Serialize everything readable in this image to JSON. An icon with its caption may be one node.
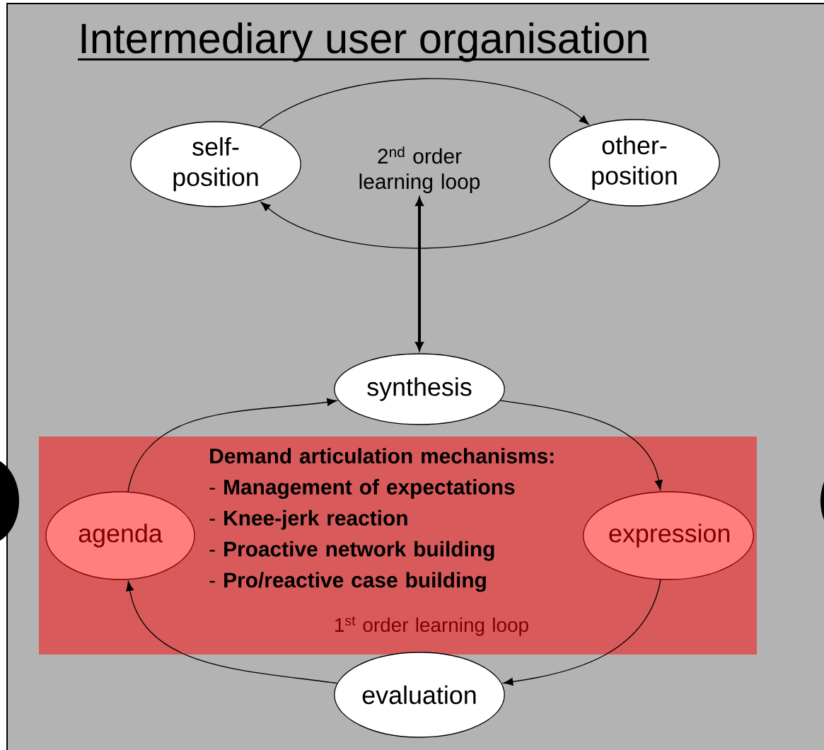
{
  "diagram": {
    "title": "Intermediary user organisation",
    "nodes": [
      {
        "text": [
          "self-position"
        ]
      },
      {
        "text": [
          "other-position"
        ]
      },
      {
        "text": [
          "2$^{nd}$ order learning loop"
        ]
      },
      {
        "text": [
          "synthesis"
        ]
      },
      {
        "text": [
          "agenda"
        ]
      },
      {
        "text": [
          "1$^{st}$ order learning loop"
        ]
      },
      {
        "text": [
          "expression"
        ]
      },
      {
        "text": [
          "evaluation"
        ]
      },
      {
        "text": [
          "Demand articulation mechanisms:",
          "- **Management of expectations**",
          "- **Knee-jerk reaction**",
          "- **Proactive network building**",
          "- **Pro/reactive case building**"
        ]
      }
    ],
    "edges": [
      {
        "from": 0,
        "to": 1,
        "arrow": "to"
      },
      {
        "from": 1,
        "to": 0,
        "arrow": "to"
      },
      {
        "from": 2,
        "to": 3,
        "arrow": "both",
        "style": "thick"
      },
      {
        "from": 3,
        "to": 6,
        "arrow": "to"
      },
      {
        "from": 6,
        "to": 7,
        "arrow": "to"
      },
      {
        "from": 7,
        "to": 4,
        "arrow": "to"
      },
      {
        "from": 4,
        "to": 3,
        "arrow": "to"
      }
    ]
  }
}
